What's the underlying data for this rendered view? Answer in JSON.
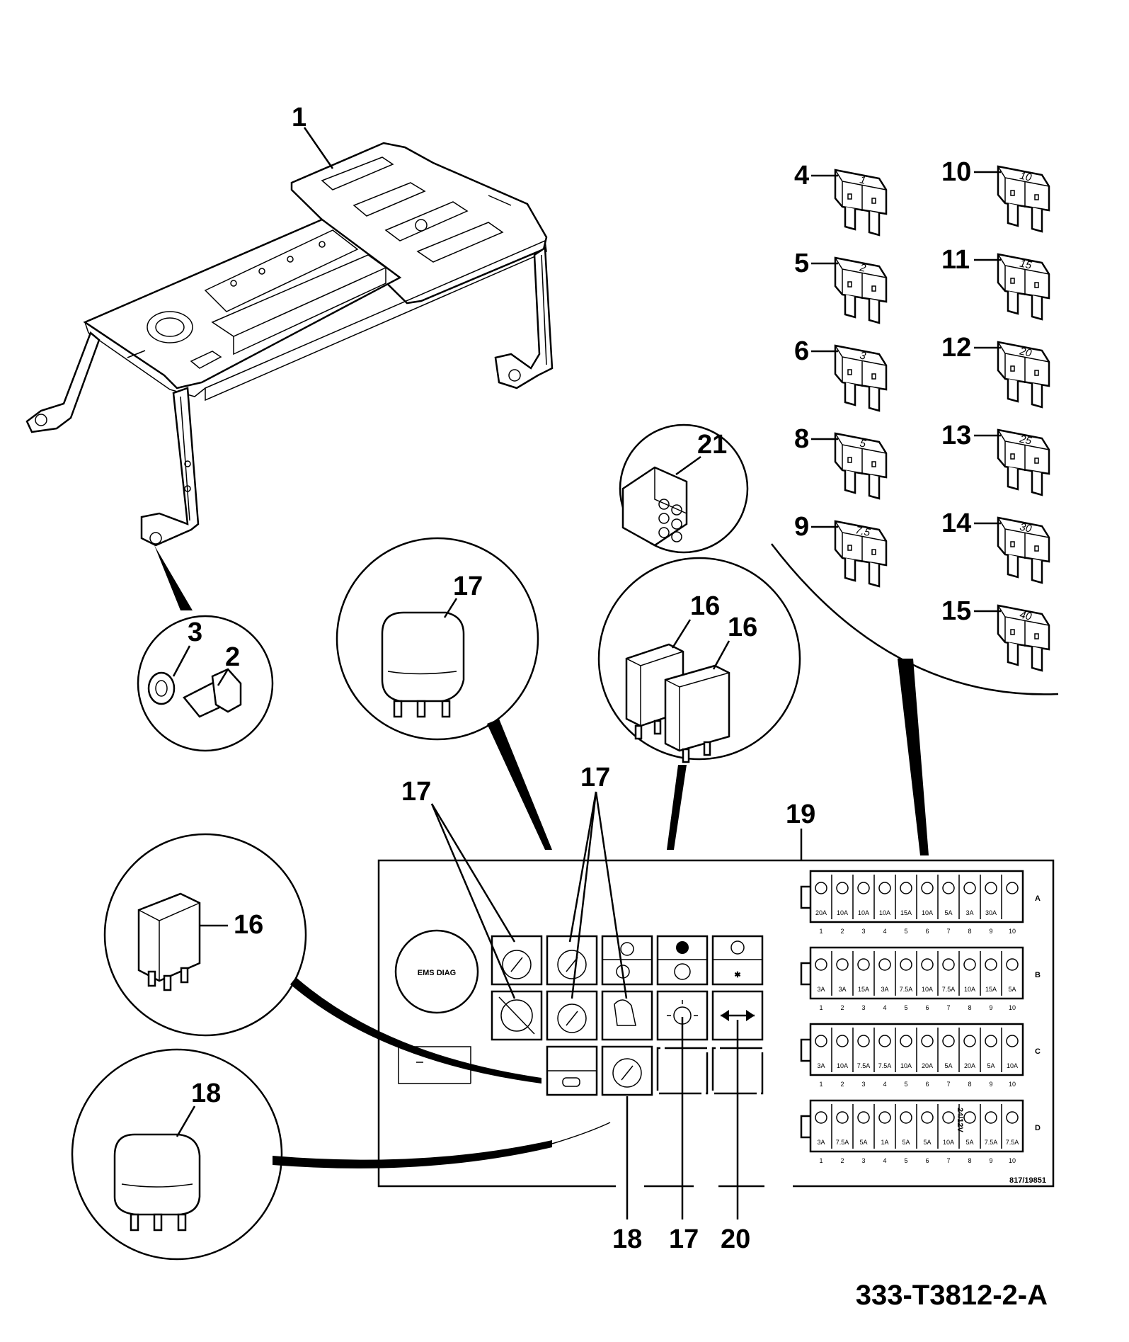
{
  "drawing_number": "333-T3812-2-A",
  "fuse_panel_ref": "817/19851",
  "ems_label": "EMS DIAG",
  "callouts": {
    "bracket": "1",
    "bolt": "2",
    "washer": "3",
    "relay_16_top_a": "16",
    "relay_16_top_b": "16",
    "relay_16_left": "16",
    "relay_17_top": "17",
    "relay_17_label_a": "17",
    "relay_17_label_b": "17",
    "relay_17_bottom": "17",
    "relay_18_circle": "18",
    "relay_18_bottom": "18",
    "panel": "19",
    "switch_20": "20",
    "connector": "21"
  },
  "fuses_left": [
    {
      "num": "4",
      "value": "1"
    },
    {
      "num": "5",
      "value": "2"
    },
    {
      "num": "6",
      "value": "3"
    },
    {
      "num": "8",
      "value": "5"
    },
    {
      "num": "9",
      "value": "7.5"
    }
  ],
  "fuses_right": [
    {
      "num": "10",
      "value": "10"
    },
    {
      "num": "11",
      "value": "15"
    },
    {
      "num": "12",
      "value": "20"
    },
    {
      "num": "13",
      "value": "25"
    },
    {
      "num": "14",
      "value": "30"
    },
    {
      "num": "15",
      "value": "40"
    }
  ],
  "fuse_rows": [
    {
      "row": "A",
      "ratings": [
        "20A",
        "10A",
        "10A",
        "10A",
        "15A",
        "10A",
        "5A",
        "3A",
        "30A",
        ""
      ]
    },
    {
      "row": "B",
      "ratings": [
        "3A",
        "3A",
        "15A",
        "3A",
        "7.5A",
        "10A",
        "7.5A",
        "10A",
        "15A",
        "5A"
      ]
    },
    {
      "row": "C",
      "ratings": [
        "3A",
        "10A",
        "7.5A",
        "7.5A",
        "10A",
        "20A",
        "5A",
        "20A",
        "5A",
        "10A"
      ]
    },
    {
      "row": "D",
      "ratings": [
        "3A",
        "7.5A",
        "5A",
        "1A",
        "5A",
        "5A",
        "10A",
        "5A",
        "7.5A",
        "7.5A"
      ]
    }
  ],
  "fuse_row_d_vertical": "24/12V",
  "column_numbers": [
    "1",
    "2",
    "3",
    "4",
    "5",
    "6",
    "7",
    "8",
    "9",
    "10"
  ]
}
